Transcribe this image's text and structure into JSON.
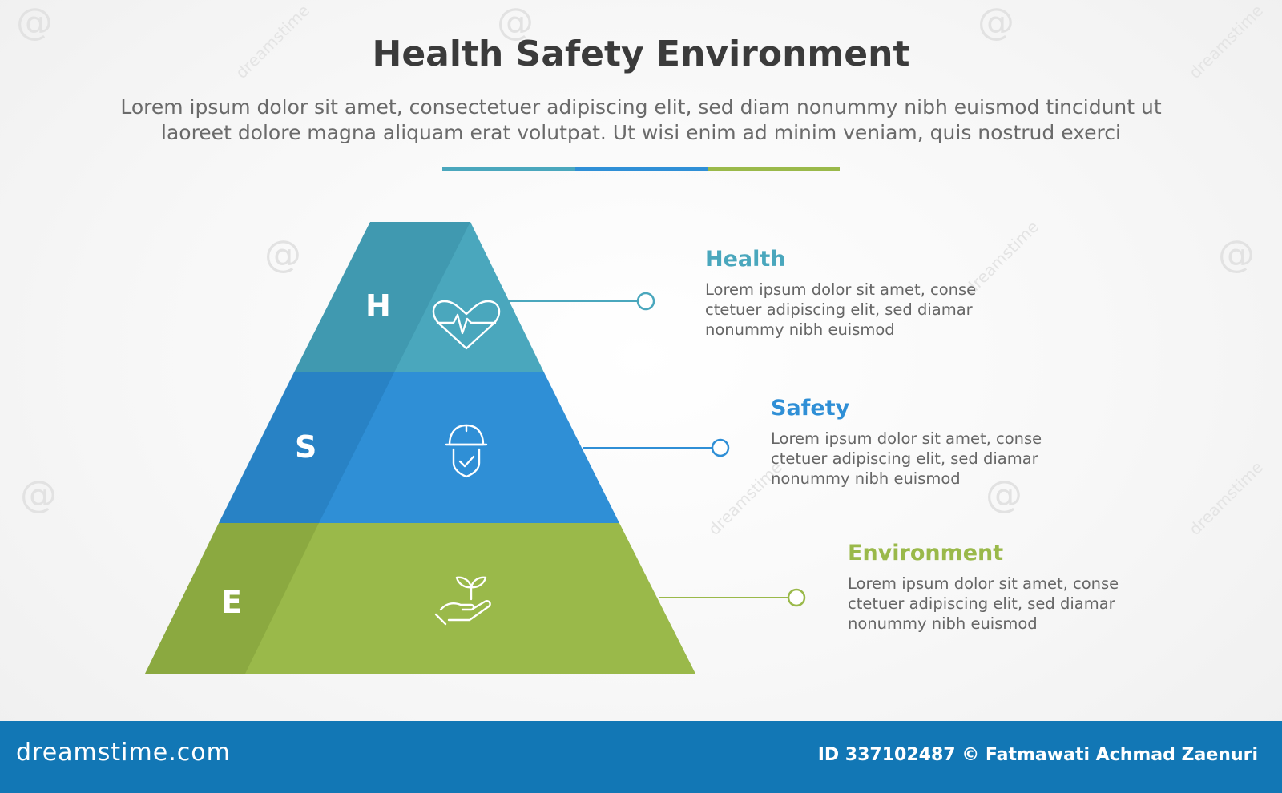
{
  "header": {
    "title": "Health Safety Environment",
    "description_line1": "Lorem ipsum dolor sit amet, consectetuer adipiscing elit, sed diam nonummy nibh euismod tincidunt ut",
    "description_line2": "laoreet dolore magna aliquam erat volutpat. Ut wisi enim ad minim veniam, quis nostrud exerci"
  },
  "colors": {
    "health": "#4aa7bd",
    "safety": "#2f8fd6",
    "environment": "#9ab94a",
    "divider": [
      "#4aa7bd",
      "#2f8fd6",
      "#9ab94a"
    ],
    "footer": "#1277b5"
  },
  "levels": [
    {
      "letter": "H",
      "icon": "heartbeat-icon",
      "title": "Health",
      "desc_line1": "Lorem ipsum dolor sit amet, conse",
      "desc_line2": "ctetuer adipiscing elit, sed diamar",
      "desc_line3": "nonummy nibh euismod"
    },
    {
      "letter": "S",
      "icon": "helmet-shield-icon",
      "title": "Safety",
      "desc_line1": "Lorem ipsum dolor sit amet, conse",
      "desc_line2": "ctetuer adipiscing elit, sed diamar",
      "desc_line3": "nonummy nibh euismod"
    },
    {
      "letter": "E",
      "icon": "plant-hand-icon",
      "title": "Environment",
      "desc_line1": "Lorem ipsum dolor sit amet, conse",
      "desc_line2": "ctetuer adipiscing elit, sed diamar",
      "desc_line3": "nonummy nibh euismod"
    }
  ],
  "watermark": {
    "text": "dreamstime"
  },
  "footer": {
    "brand": "dreamstime.com",
    "credit": "ID 337102487 © Fatmawati  Achmad Zaenuri"
  }
}
